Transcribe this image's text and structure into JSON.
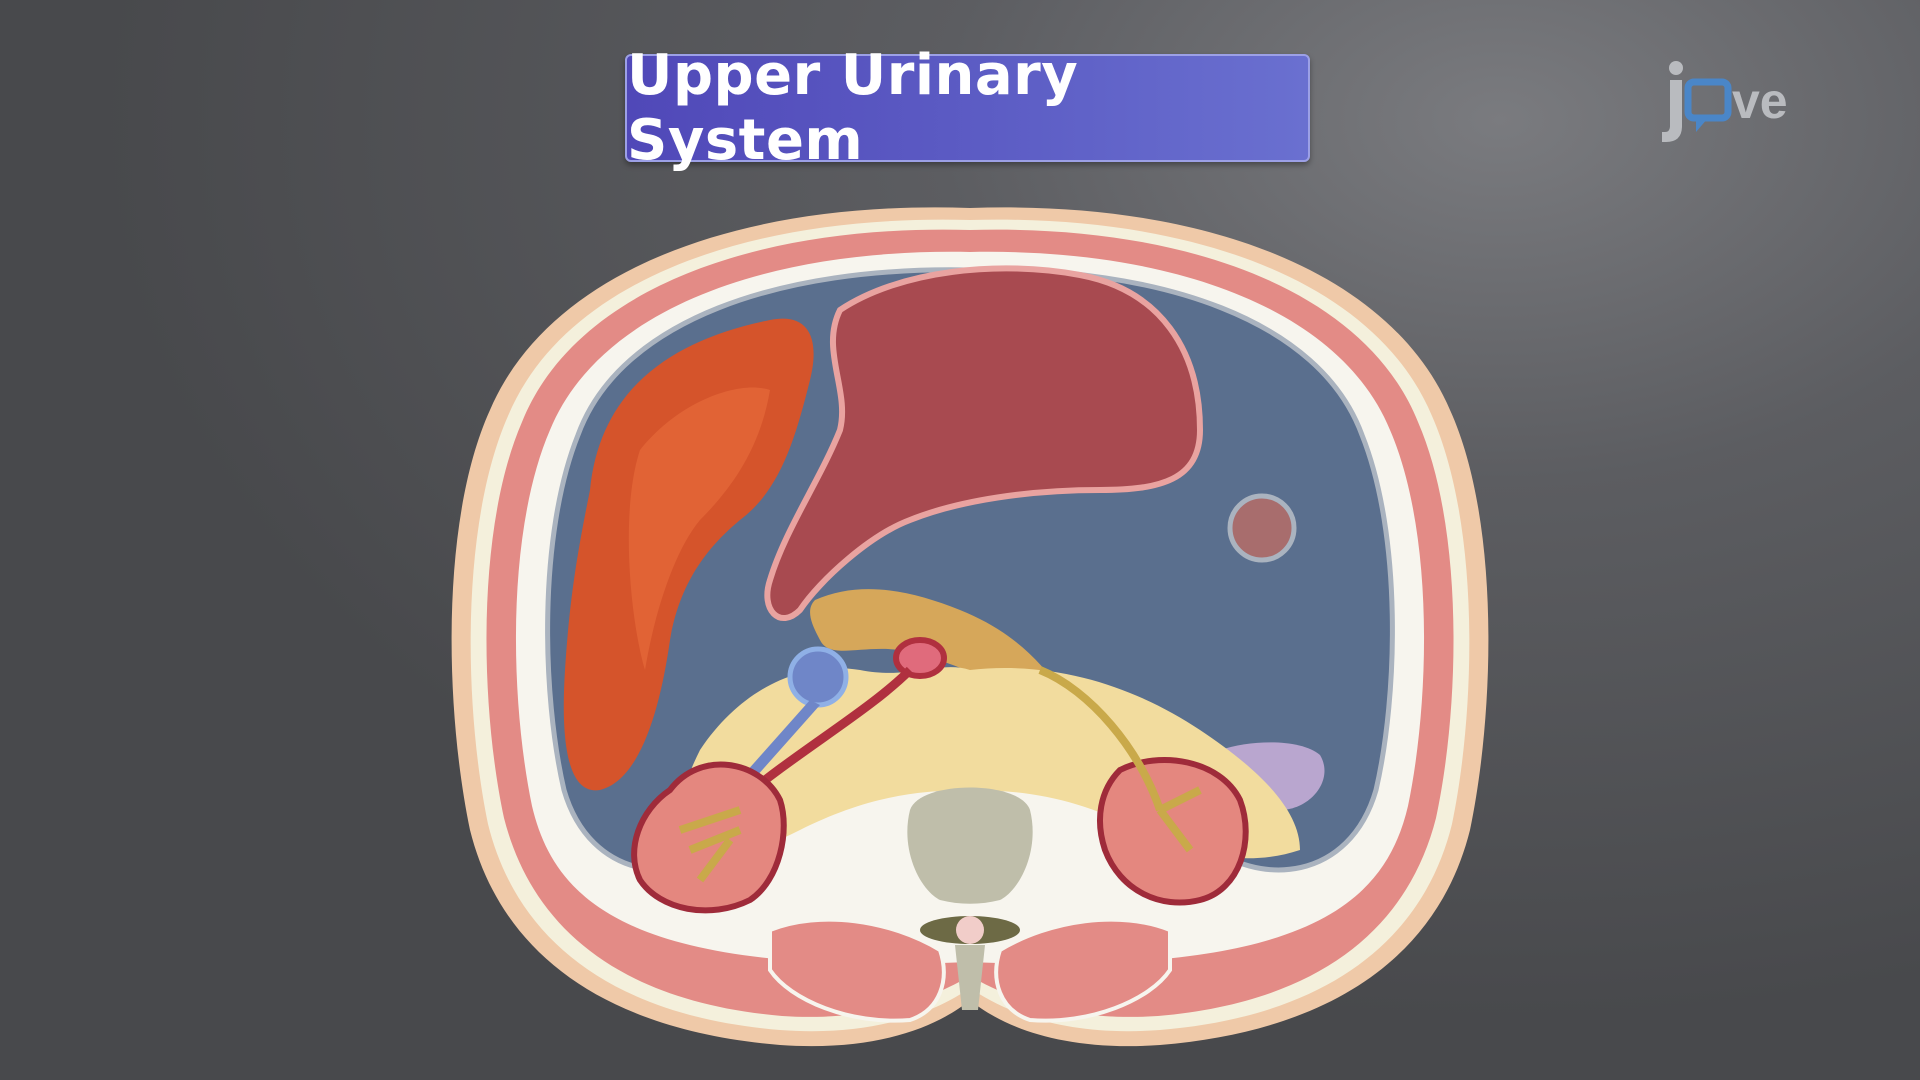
{
  "slide": {
    "title": "Upper Urinary System",
    "background_color": "#5c5d61",
    "banner_color": "#5a58c0"
  },
  "logo": {
    "text": "jove",
    "letters": [
      "j",
      "o",
      "v",
      "e"
    ],
    "icon": "speech-bubble-icon",
    "accent_color": "#4a86c8",
    "text_color": "#b9bbbf"
  },
  "illustration": {
    "description": "Transverse cross-section of the upper abdomen showing kidneys, liver, stomach, pancreas, spleen, vena cava, aorta, and vertebra",
    "structures": [
      {
        "name": "liver",
        "color": "#d5542b"
      },
      {
        "name": "stomach",
        "color": "#a84a50"
      },
      {
        "name": "pancreas",
        "color": "#d6a75a"
      },
      {
        "name": "spleen",
        "color": "#b9a6cf"
      },
      {
        "name": "inferior-vena-cava",
        "color": "#6f86c8"
      },
      {
        "name": "aorta",
        "color": "#d9566a"
      },
      {
        "name": "right-kidney",
        "color": "#e4877f"
      },
      {
        "name": "left-kidney",
        "color": "#e4877f"
      },
      {
        "name": "vertebra",
        "color": "#bfbeaa"
      },
      {
        "name": "spinal-cord",
        "color": "#f1cdc9"
      },
      {
        "name": "peritoneal-cavity",
        "color": "#5a6f8e"
      },
      {
        "name": "retroperitoneal-fat",
        "color": "#f2dc9e"
      },
      {
        "name": "muscle",
        "color": "#e38b86"
      },
      {
        "name": "skin",
        "color": "#efc9a8"
      }
    ]
  }
}
